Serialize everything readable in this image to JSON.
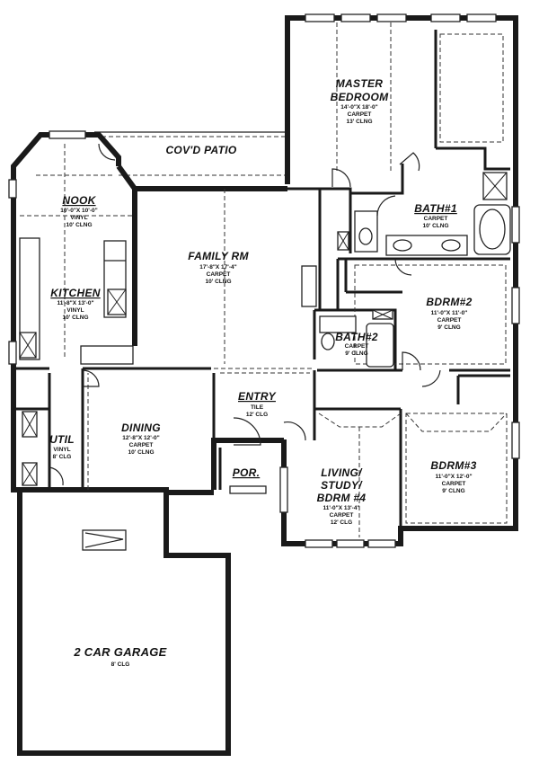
{
  "rooms": {
    "master": {
      "name1": "MASTER",
      "name2": "BEDROOM",
      "dims": "14'-0\"X 18'-0\"",
      "floor": "CARPET",
      "ceiling": "13' CLNG"
    },
    "patio": {
      "name": "COV'D PATIO"
    },
    "nook": {
      "name": "NOOK",
      "dims": "10'-0\"X 10'-0\"",
      "floor": "VINYL",
      "ceiling": "10' CLNG"
    },
    "family": {
      "name": "FAMILY RM",
      "dims": "17'-8\"X 17'-4\"",
      "floor": "CARPET",
      "ceiling": "10' CLNG"
    },
    "bath1": {
      "name": "BATH#1",
      "floor": "CARPET",
      "ceiling": "10' CLNG"
    },
    "kitchen": {
      "name": "KITCHEN",
      "dims": "11'-8\"X 13'-0\"",
      "floor": "VINYL",
      "ceiling": "10' CLNG"
    },
    "bdrm2": {
      "name": "BDRM#2",
      "dims": "11'-0\"X 11'-0\"",
      "floor": "CARPET",
      "ceiling": "9' CLNG"
    },
    "bath2": {
      "name": "BATH#2",
      "floor": "CARPET",
      "ceiling": "9' CLNG"
    },
    "entry": {
      "name": "ENTRY",
      "floor": "TILE",
      "ceiling": "12' CLG"
    },
    "dining": {
      "name": "DINING",
      "dims": "12'-8\"X 12'-0\"",
      "floor": "CARPET",
      "ceiling": "10' CLNG"
    },
    "util": {
      "name": "UTIL",
      "floor": "VINYL",
      "ceiling": "8' CLG"
    },
    "porch": {
      "name": "POR."
    },
    "living": {
      "name1": "LIVING/",
      "name2": "STUDY/",
      "name3": "BDRM #4",
      "dims": "11'-0\"X 13'-4\"",
      "floor": "CARPET",
      "ceiling": "12' CLG"
    },
    "bdrm3": {
      "name": "BDRM#3",
      "dims": "11'-0\"X 12'-0\"",
      "floor": "CARPET",
      "ceiling": "9' CLNG"
    },
    "garage": {
      "name": "2 CAR GARAGE",
      "ceiling": "8' CLG"
    }
  }
}
